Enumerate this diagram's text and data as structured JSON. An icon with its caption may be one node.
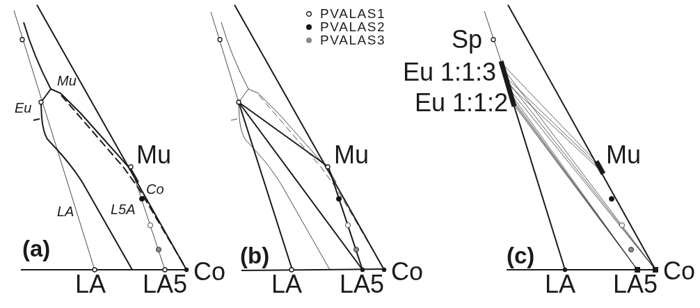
{
  "diagram": {
    "labels": [
      "Mu",
      "Eu",
      "Mu",
      "Co",
      "LA",
      "L5A",
      "(a)",
      "Co",
      "LA",
      "LA5",
      "Mu",
      "(b)",
      "Co",
      "LA",
      "LA5",
      "Sp",
      "Eu 1:1:3",
      "Eu 1:1:2",
      "Mu",
      "(c)",
      "Co",
      "LA",
      "LA5"
    ],
    "legend": [
      {
        "text": "PVALAS1"
      },
      {
        "text": "PVALAS2",
        "color": "#111111"
      },
      {
        "text": "PVALAS3",
        "color": "#8a8a8a"
      }
    ]
  }
}
